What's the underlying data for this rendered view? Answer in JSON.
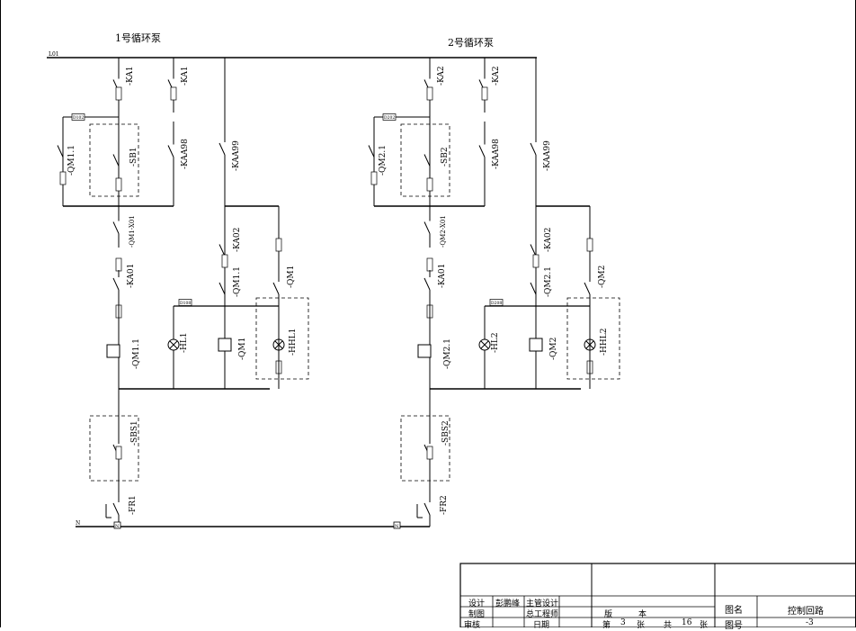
{
  "diagram": {
    "title_pump1": "1号循环泵",
    "title_pump2": "2号循环泵",
    "bus_top": "L01",
    "bus_bottom": "N",
    "pump1": {
      "ka1_left": "-KA1",
      "ka1_right": "-KA1",
      "sb": "-SB1",
      "qm_aux": "-QM1.1",
      "kaa98": "-KAA98",
      "kaa99": "-KAA99",
      "qm_nc": "-QM1-X01",
      "ka01": "-KA01",
      "coil_qm": "-QM1.1",
      "ka02": "-KA02",
      "qm_aux2": "-QM1.1",
      "lamp_h": "-HL1",
      "coil_qm_main": "-QM1",
      "qm_contact": "-QM1",
      "lamp_hh": "-HHL1",
      "sbs": "-SBS1",
      "fr": "-FR1",
      "wire_tag": "D102",
      "wire_tag2": "D108"
    },
    "pump2": {
      "ka1_left": "-KA2",
      "ka1_right": "-KA2",
      "sb": "-SB2",
      "qm_aux": "-QM2.1",
      "kaa98": "-KAA98",
      "kaa99": "-KAA99",
      "qm_nc": "-QM2-X01",
      "ka01": "-KA01",
      "coil_qm": "-QM2.1",
      "ka02": "-KA02",
      "qm_aux2": "-QM2.1",
      "lamp_h": "-HL2",
      "coil_qm_main": "-QM2",
      "qm_contact": "-QM2",
      "lamp_hh": "-HHL2",
      "sbs": "-SBS2",
      "fr": "-FR2",
      "wire_tag": "D202",
      "wire_tag2": "D208"
    },
    "terminal_n1": "N",
    "terminal_n2": "N"
  },
  "title_block": {
    "design_label": "设计",
    "design_name": "彭鹏峰",
    "chief_design_label": "主管设计",
    "draw_label": "制图",
    "chief_engineer_label": "总工程师",
    "review_label": "审核",
    "date_label": "日期",
    "version_label": "版",
    "version_suffix": "本",
    "sheet_prefix": "第",
    "sheet_no": "3",
    "sheet_unit": "张",
    "total_prefix": "共",
    "total_no": "16",
    "total_unit": "张",
    "drawing_name_label": "图名",
    "drawing_name": "控制回路",
    "drawing_no_label": "图号",
    "drawing_no": "-3"
  }
}
